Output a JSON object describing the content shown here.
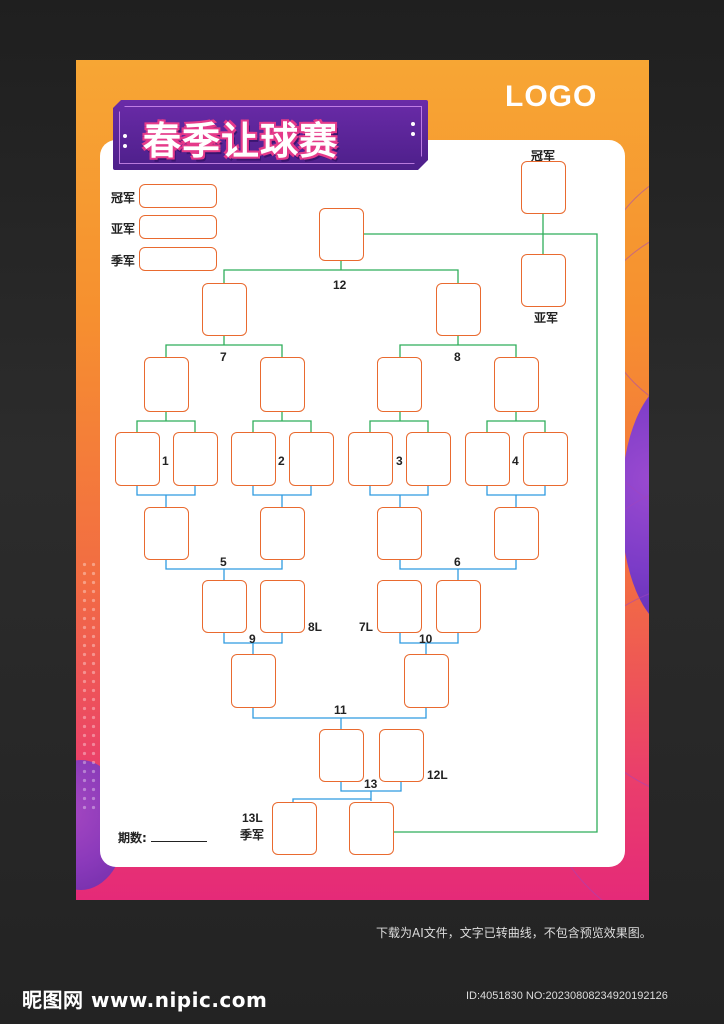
{
  "poster": {
    "logo": "LOGO",
    "title": "春季让球赛",
    "result_labels": [
      "冠军",
      "亚军",
      "季军"
    ],
    "champion_label": "冠军",
    "runner_up_label": "亚军",
    "period_label": "期数:",
    "third_place_label": "季军",
    "match_numbers": [
      "1",
      "2",
      "3",
      "4",
      "5",
      "6",
      "7",
      "8",
      "9",
      "10",
      "11",
      "12",
      "13"
    ],
    "loser_tags": [
      "8L",
      "7L",
      "12L",
      "13L"
    ]
  },
  "footer": {
    "note": "下载为AI文件，文字已转曲线，不包含预览效果图。",
    "site": "昵图网 www.nipic.com",
    "id_line": "ID:4051830 NO:20230808234920192126"
  },
  "colors": {
    "poster_top": "#f7a634",
    "poster_bottom": "#e52a78",
    "banner": "#5a249a",
    "box_border": "#e96a2f",
    "line_green": "#2fae5a",
    "line_blue": "#2f9be0"
  }
}
